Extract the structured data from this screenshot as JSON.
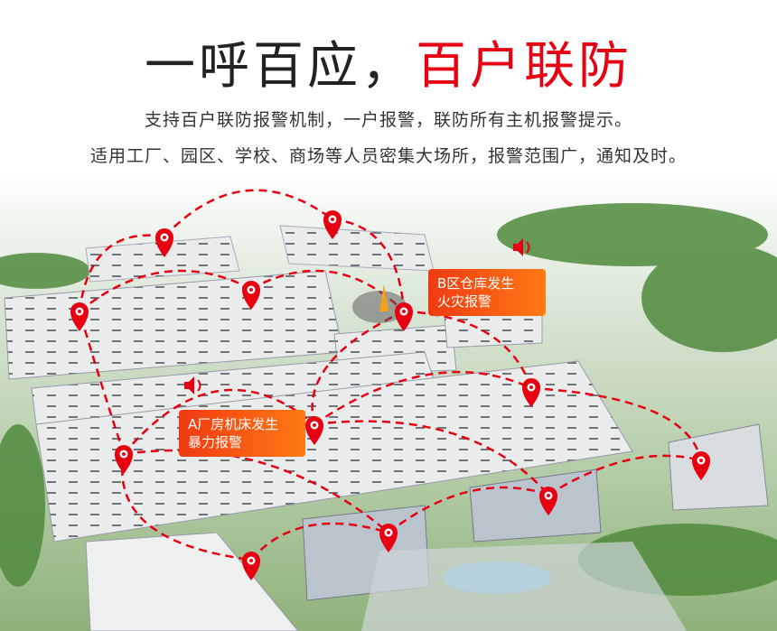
{
  "title": {
    "part1": "一呼百应，",
    "part2": "百户联防"
  },
  "subtitle_lines": [
    "支持百户联防报警机制，一户报警，联防所有主机报警提示。",
    "适用工厂、园区、学校、商场等人员密集大场所，报警范围广，通知及时。"
  ],
  "callouts": {
    "b_zone": {
      "line1": "B区仓库发生",
      "line2": "火灾报警"
    },
    "a_plant": {
      "line1": "A厂房机床发生",
      "line2": "暴力报警"
    }
  },
  "colors": {
    "accent": "#e60012",
    "callout": "#f25014"
  }
}
